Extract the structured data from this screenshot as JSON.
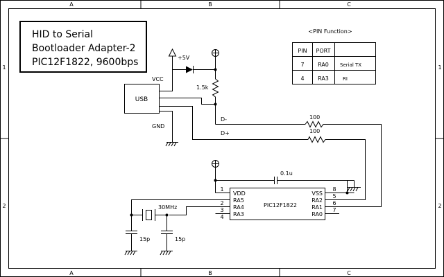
{
  "frame": {
    "cols": [
      "A",
      "B",
      "C"
    ],
    "rows": [
      "1",
      "2"
    ]
  },
  "title": {
    "lines": [
      "HID to Serial",
      "Bootloader Adapter-2",
      "PIC12F1822, 9600bps"
    ]
  },
  "pin_table": {
    "heading": "<PIN Function>",
    "headers": [
      "PIN",
      "PORT",
      ""
    ],
    "rows": [
      [
        "7",
        "RA0",
        "Serial TX"
      ],
      [
        "4",
        "RA3",
        "RI"
      ]
    ]
  },
  "usb": {
    "label": "USB",
    "vcc": "VCC",
    "gnd": "GND"
  },
  "labels": {
    "plus5v": "+5V",
    "r_pullup": "1.5k",
    "d_minus": "D-",
    "d_plus": "D+",
    "r1": "100",
    "r2": "100",
    "cap": "0.1u",
    "xtal": "30MHz",
    "c1": "15p",
    "c2": "15p"
  },
  "ic": {
    "name": "PIC12F1822",
    "left_pins": [
      {
        "num": "1",
        "name": "VDD"
      },
      {
        "num": "2",
        "name": "RA5"
      },
      {
        "num": "3",
        "name": "RA4"
      },
      {
        "num": "4",
        "name": "RA3"
      }
    ],
    "right_pins": [
      {
        "num": "8",
        "name": "VSS"
      },
      {
        "num": "5",
        "name": "RA2"
      },
      {
        "num": "6",
        "name": "RA1"
      },
      {
        "num": "7",
        "name": "RA0"
      }
    ]
  }
}
